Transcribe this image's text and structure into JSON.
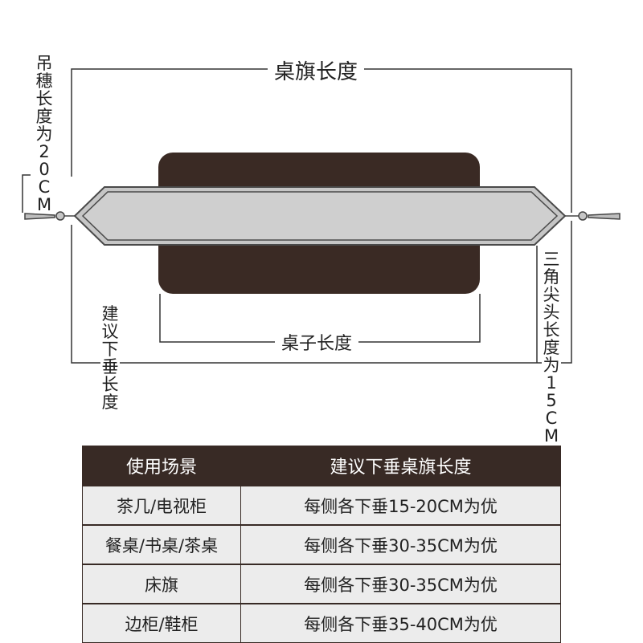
{
  "diagram": {
    "flag_length_label": "桌旗长度",
    "table_length_label": "桌子长度",
    "tassel_length_label": "吊穗长度为20CM",
    "suggested_drop_label": "建议下垂长度",
    "triangle_tip_label": "三角尖头长度为15CM",
    "colors": {
      "table": "#3a2a24",
      "runner_outer": "#c9c9c9",
      "runner_border": "#555555",
      "line": "#333333"
    }
  },
  "table": {
    "headers": [
      "使用场景",
      "建议下垂桌旗长度"
    ],
    "rows": [
      {
        "scene": "茶几/电视柜",
        "drop": "每侧各下垂15-20CM为优"
      },
      {
        "scene": "餐桌/书桌/茶桌",
        "drop": "每侧各下垂30-35CM为优"
      },
      {
        "scene": "床旗",
        "drop": "每侧各下垂30-35CM为优"
      },
      {
        "scene": "边柜/鞋柜",
        "drop": "每侧各下垂35-40CM为优"
      }
    ],
    "colors": {
      "header_bg": "#382a25",
      "cell_bg": "#ececec"
    }
  }
}
